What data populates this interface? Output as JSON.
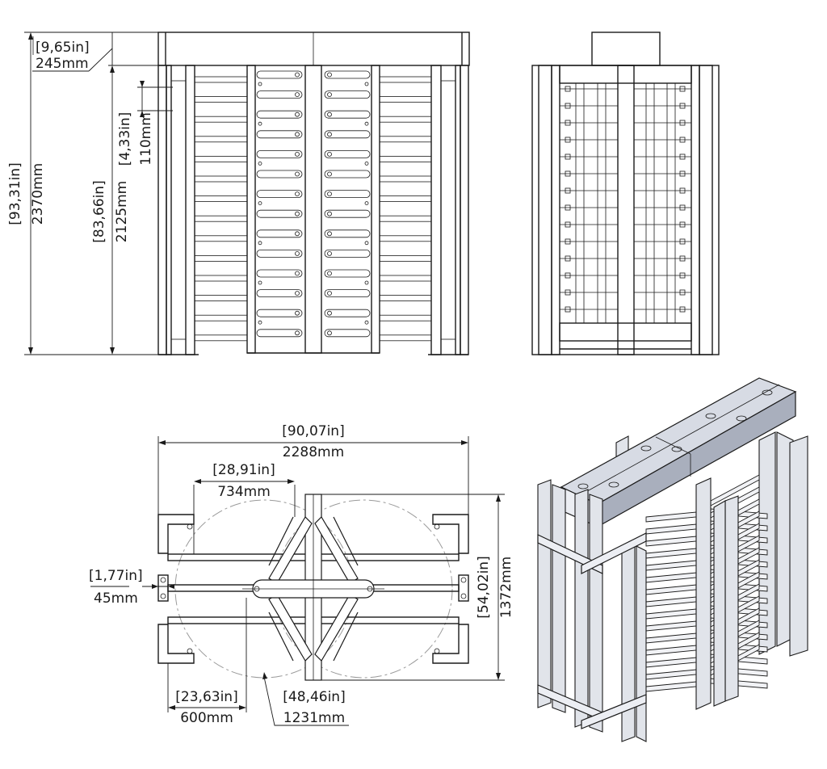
{
  "dimensions": {
    "total_height": {
      "in": "[93,31in]",
      "mm": "2370mm"
    },
    "passage_height": {
      "in": "[83,66in]",
      "mm": "2125mm"
    },
    "top_box_height": {
      "in": "[9,65in]",
      "mm": "245mm"
    },
    "arm_pitch": {
      "in": "[4,33in]",
      "mm": "110mm"
    },
    "total_width": {
      "in": "[90,07in]",
      "mm": "2288mm"
    },
    "rotor_radius": {
      "in": "[28,91in]",
      "mm": "734mm"
    },
    "total_depth": {
      "in": "[54,02in]",
      "mm": "1372mm"
    },
    "post_offset": {
      "in": "[1,77in]",
      "mm": "45mm"
    },
    "passage_width": {
      "in": "[23,63in]",
      "mm": "600mm"
    },
    "rotor_diameter": {
      "in": "[48,46in]",
      "mm": "1231mm"
    }
  },
  "colors": {
    "line": "#1a1a1a",
    "panel": "#d7dbe4",
    "background": "#ffffff"
  }
}
